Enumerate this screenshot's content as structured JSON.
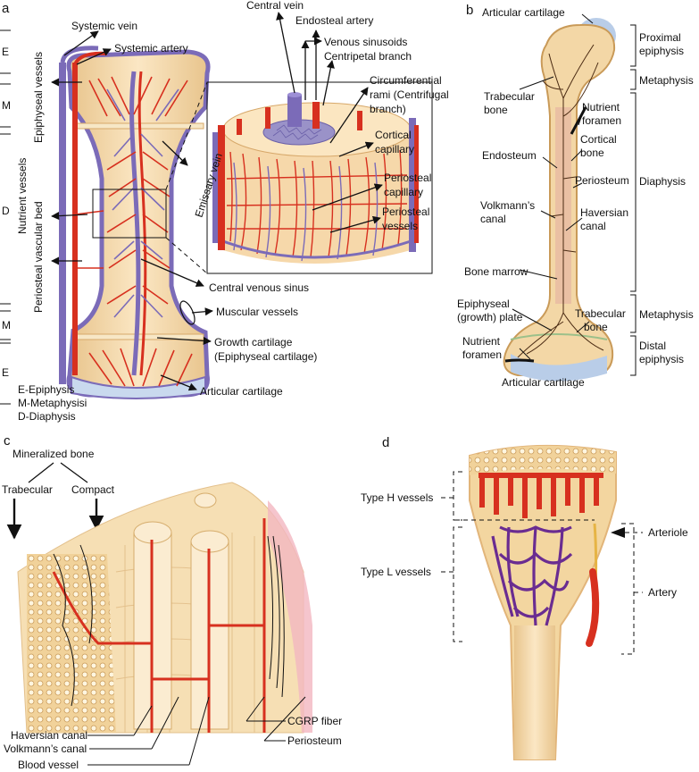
{
  "panels": {
    "a": {
      "letter": "a",
      "zones": [
        "E",
        "M",
        "D",
        "M",
        "E"
      ],
      "labels": {
        "systemic_vein": "Systemic vein",
        "systemic_artery": "Systemic artery",
        "epiphyseal_vessels": "Epiphyseal vessels",
        "nutrient_vessels": "Nutrient vessels",
        "periosteal_vascular_bed": "Periosteal vascular bed",
        "emissary_vein": "Emissary vein",
        "central_vein": "Central vein",
        "endosteal_artery": "Endosteal artery",
        "venous_sinusoids": "Venous sinusoids",
        "centripetal_branch": "Centripetal branch",
        "circumferential_1": "Circumferential",
        "circumferential_2": "rami (Centrifugal",
        "circumferential_3": "branch)",
        "cortical_capillary_1": "Cortical",
        "cortical_capillary_2": "capillary",
        "periosteal_capillary_1": "Periosteal",
        "periosteal_capillary_2": "capillary",
        "periosteal_vessels_1": "Periosteal",
        "periosteal_vessels_2": "vessels",
        "central_venous_sinus": "Central venous sinus",
        "muscular_vessels": "Muscular vessels",
        "growth_cartilage_1": "Growth cartilage",
        "growth_cartilage_2": "(Epiphyseal cartilage)",
        "articular_cartilage": "Articular cartilage"
      },
      "legend": [
        "E-Epiphysis",
        "M-Metaphysisi",
        "D-Diaphysis"
      ]
    },
    "b": {
      "letter": "b",
      "labels": {
        "articular_cartilage_top": "Articular cartilage",
        "trabecular_bone_1": "Trabecular",
        "trabecular_bone_2": "bone",
        "nutrient_foramen_1": "Nutrient",
        "nutrient_foramen_2": "foramen",
        "endosteum": "Endosteum",
        "cortical_bone_1": "Cortical",
        "cortical_bone_2": "bone",
        "periosteum": "Periosteum",
        "volkmanns_canal_1": "Volkmann’s",
        "volkmanns_canal_2": "canal",
        "haversian_canal_1": "Haversian",
        "haversian_canal_2": "canal",
        "bone_marrow": "Bone marrow",
        "epiphyseal_plate_1": "Epiphyseal",
        "epiphyseal_plate_2": "(growth) plate",
        "trabecular_low_1": "Trabecular",
        "trabecular_low_2": "bone",
        "nutrient_low_1": "Nutrient",
        "nutrient_low_2": "foramen",
        "articular_cartilage_bottom": "Articular cartilage"
      },
      "regions": {
        "proximal_1": "Proximal",
        "proximal_2": "epiphysis",
        "metaphysis_top": "Metaphysis",
        "diaphysis": "Diaphysis",
        "metaphysis_bottom": "Metaphysis",
        "distal_1": "Distal",
        "distal_2": "epiphysis"
      }
    },
    "c": {
      "letter": "c",
      "labels": {
        "mineralized_bone": "Mineralized bone",
        "trabecular": "Trabecular",
        "compact": "Compact",
        "haversian_canal": "Haversian canal",
        "volkmanns_canal": "Volkmann’s canal",
        "blood_vessel": "Blood vessel",
        "cgrp_fiber": "CGRP fiber",
        "periosteum": "Periosteum"
      }
    },
    "d": {
      "letter": "d",
      "labels": {
        "type_h": "Type H vessels",
        "type_l": "Type L vessels",
        "arteriole": "Arteriole",
        "artery": "Artery"
      }
    }
  },
  "colors": {
    "artery": "#d7301f",
    "vein": "#7b6bb8",
    "bone": "#f3d7a6",
    "bone_dark": "#e2b57a",
    "cartilage": "#b9cde8",
    "purple_vessel": "#6a2c91"
  }
}
